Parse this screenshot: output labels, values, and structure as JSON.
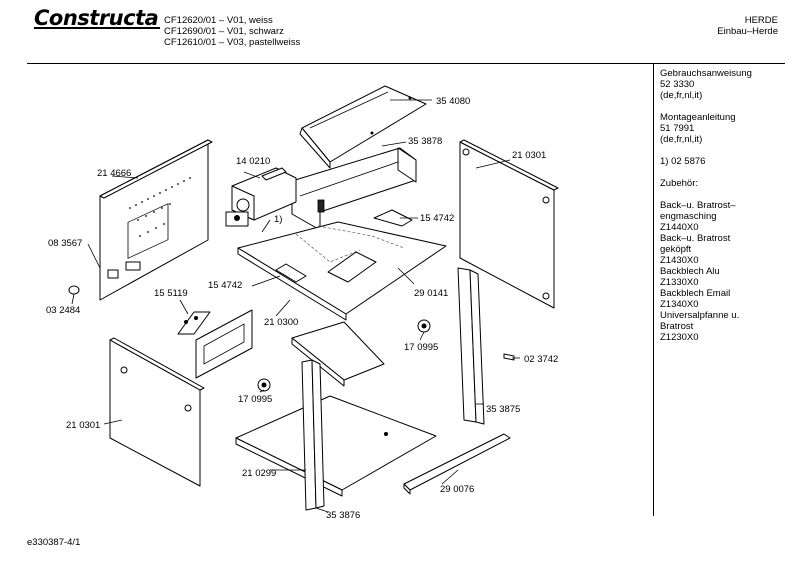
{
  "header": {
    "brand": "Constructa",
    "models": [
      "CF12620/01 – V01, weiss",
      "CF12690/01 – V01, schwarz",
      "CF12610/01 – V03, pastellweiss"
    ],
    "category": [
      "HERDE",
      "Einbau–Herde"
    ]
  },
  "sidebar": {
    "lines": [
      "Gebrauchsanweisung",
      "52 3330",
      "(de,fr,nl,it)",
      "",
      "Montageanleitung",
      "51 7991",
      "(de,fr,nl,it)",
      "",
      "1)  02 5876",
      "",
      "Zubehör:",
      "",
      "Back–u. Bratrost–",
      "engmasching",
      "Z1440X0",
      "Back–u. Bratrost",
      "geköpft",
      "Z1430X0",
      "Backblech Alu",
      "Z1330X0",
      "Backblech Email",
      "Z1340X0",
      "Universalpfanne u.",
      "Bratrost",
      "Z1230X0"
    ]
  },
  "parts": {
    "p354080": "35 4080",
    "p353878": "35 3878",
    "p140210": "14 0210",
    "p214666": "21 4666",
    "p210301a": "21 0301",
    "p154742a": "15 4742",
    "p083567": "08 3567",
    "p1note": "1)",
    "p154742b": "15 4742",
    "p290141": "29 0141",
    "p032484": "03 2484",
    "p155119": "15 5119",
    "p210300": "21 0300",
    "p170995a": "17 0995",
    "p023742": "02 3742",
    "p170995b": "17 0995",
    "p210301b": "21 0301",
    "p353875": "35 3875",
    "p210299": "21 0299",
    "p290076": "29 0076",
    "p353876": "35 3876"
  },
  "footer": {
    "code": "e330387-4/1"
  }
}
